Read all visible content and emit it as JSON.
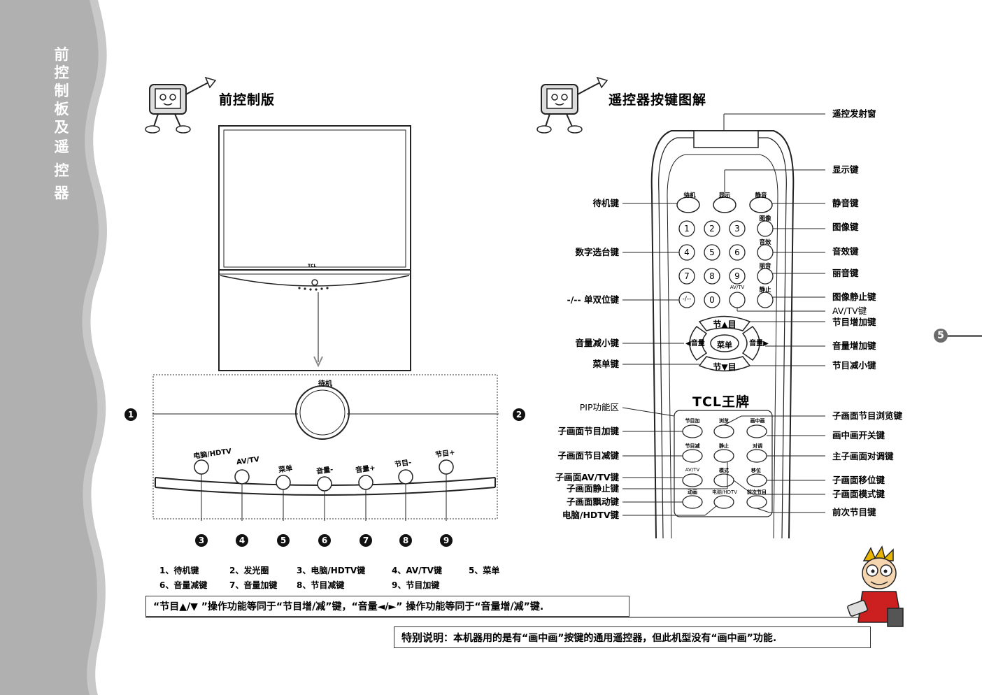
{
  "sidebar": {
    "chars": [
      "前",
      "控",
      "制",
      "板",
      "及",
      "遥",
      "控",
      "器"
    ]
  },
  "left_section": {
    "heading": "前控制版",
    "tv_brand": "TCL",
    "panel_label_standby": "待机",
    "buttons": [
      "电脑/HDTV",
      "AV/TV",
      "菜单",
      "音量-",
      "音量+",
      "节目-",
      "节目+"
    ],
    "callouts": [
      "1",
      "2",
      "3",
      "4",
      "5",
      "6",
      "7",
      "8",
      "9"
    ]
  },
  "legend": {
    "row1": [
      "1、待机键",
      "2、发光圈",
      "3、电脑/HDTV键",
      "4、AV/TV键",
      "5、菜单"
    ],
    "row2": [
      "6、音量减键",
      "7、音量加键",
      "8、节目减键",
      "9、节目加键"
    ]
  },
  "note": "“节目▲/▼ ”操作功能等同于“节目增/减”键，“音量◄/►” 操作功能等同于“音量增/减”键.",
  "special": {
    "label": "特别说明",
    "text": "：本机器用的是有“画中画”按键的通用遥控器，但此机型没有“画中画”功能."
  },
  "right_section": {
    "heading": "遥控器按键图解",
    "left_labels": [
      "待机键",
      "数字选台键",
      "-/-- 单双位键",
      "音量减小键",
      "菜单键",
      "PIP功能区",
      "子画面节目加键",
      "子画面节目减键",
      "子画面AV/TV键",
      "子画面静止键",
      "子画面飘动键",
      "电脑/HDTV键"
    ],
    "right_labels": [
      "遥控发射窗",
      "显示键",
      "静音键",
      "图像键",
      "音效键",
      "丽音键",
      "图像静止键",
      "AV/TV键",
      "节目增加键",
      "音量增加键",
      "节目减小键",
      "子画面节目浏览键",
      "画中画开关键",
      "主子画面对调键",
      "子画面移位键",
      "子画面模式键",
      "前次节目键"
    ],
    "remote_top_labels": [
      "待机",
      "显示",
      "静音"
    ],
    "remote_side_labels": [
      "图像",
      "音效",
      "丽音",
      "静止"
    ],
    "digits": [
      "1",
      "2",
      "3",
      "4",
      "5",
      "6",
      "7",
      "8",
      "9",
      "-/--",
      "0"
    ],
    "avtv_small": "AV/TV",
    "nav_up": "节▲目",
    "nav_down": "节▼目",
    "nav_left": "音量",
    "nav_right": "音量",
    "nav_center": "菜单",
    "brand": "TCL王牌",
    "pip_labels": [
      "节目加",
      "浏览",
      "画中画",
      "节目减",
      "静止",
      "对调",
      "AV/TV",
      "模式",
      "移位",
      "动画",
      "电脑/HDTV",
      "前次节目"
    ]
  },
  "page_number": "5"
}
